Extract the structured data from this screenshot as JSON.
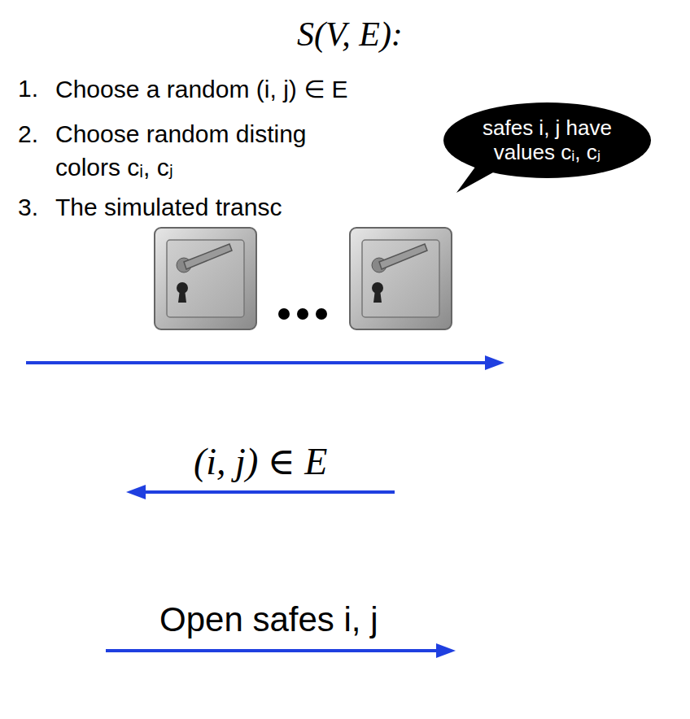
{
  "diagram": {
    "title": "S(V, E):",
    "nodes": [
      {
        "text": [
          "safes i, j have values cᵢ, cⱼ"
        ]
      }
    ],
    "edges": [],
    "labels": [
      "1.",
      "Choose a random (i, j) ∈ E",
      "2.",
      "Choose random disting",
      "colors cᵢ, cⱼ",
      "3.",
      "The simulated transc",
      "(i, j) ∈ E",
      "Open safes i, j"
    ]
  }
}
